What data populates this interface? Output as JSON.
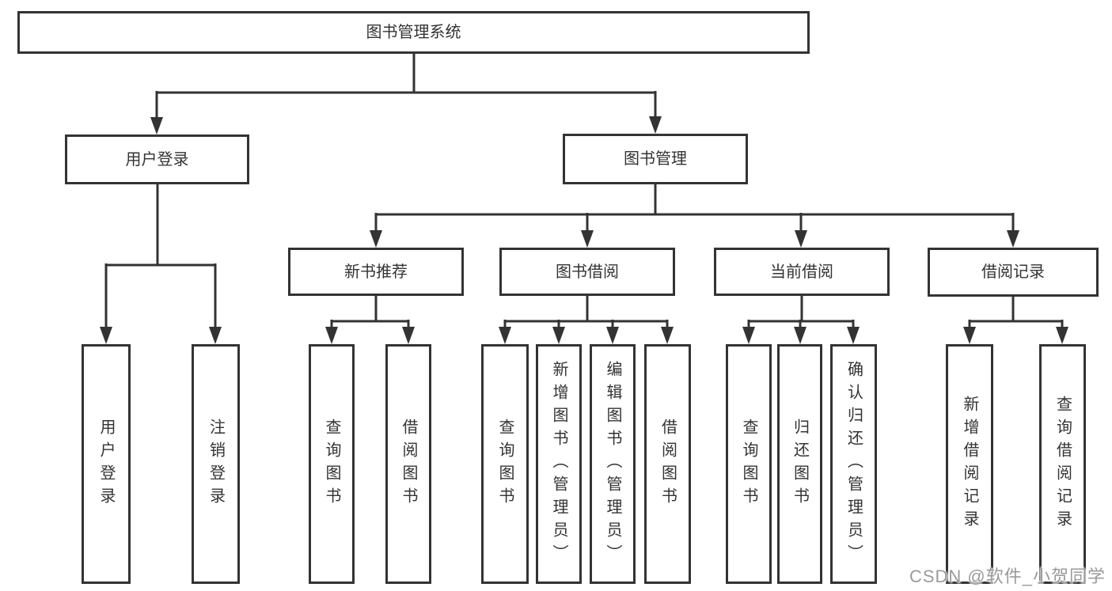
{
  "colors": {
    "line": "#333333",
    "box_border": "#333333",
    "box_background": "#ffffff",
    "text": "#333333",
    "watermark_text": "#9a9a9a"
  },
  "diagram": {
    "root": {
      "label": "图书管理系统"
    },
    "user_branch": {
      "label": "用户登录",
      "children": [
        {
          "label": "用户登录"
        },
        {
          "label": "注销登录"
        }
      ]
    },
    "book_branch": {
      "label": "图书管理",
      "sections": [
        {
          "label": "新书推荐",
          "children": [
            {
              "label": "查询图书"
            },
            {
              "label": "借阅图书"
            }
          ]
        },
        {
          "label": "图书借阅",
          "children": [
            {
              "label": "查询图书"
            },
            {
              "label": "新增图书（管理员）"
            },
            {
              "label": "编辑图书（管理员）"
            },
            {
              "label": "借阅图书"
            }
          ]
        },
        {
          "label": "当前借阅",
          "children": [
            {
              "label": "查询图书"
            },
            {
              "label": "归还图书"
            },
            {
              "label": "确认归还（管理员）"
            }
          ]
        },
        {
          "label": "借阅记录",
          "children": [
            {
              "label": "新增借阅记录"
            },
            {
              "label": "查询借阅记录"
            }
          ]
        }
      ]
    }
  },
  "watermark": {
    "text": "CSDN @软件_小贺同学"
  }
}
